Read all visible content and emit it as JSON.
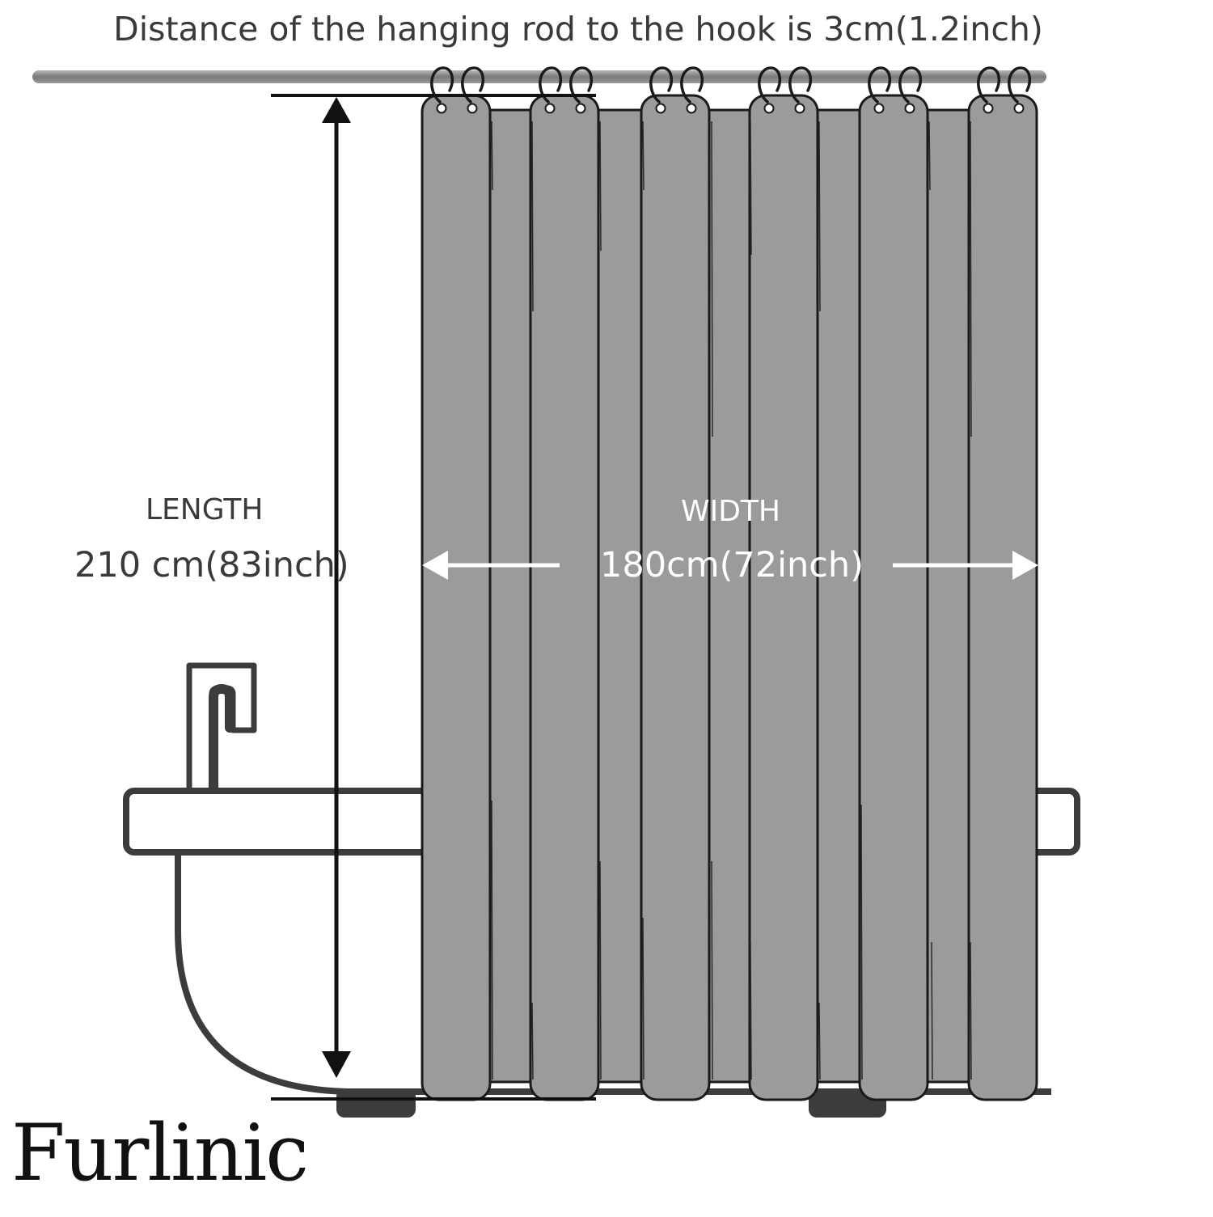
{
  "caption": "Distance of the hanging rod to the hook is 3cm(1.2inch)",
  "length": {
    "label": "LENGTH",
    "value": "210 cm(83inch)"
  },
  "width": {
    "label": "WIDTH",
    "value": "180cm(72inch)"
  },
  "brand": "Furlinic",
  "colors": {
    "curtain": "#9b9b9b",
    "outline": "#1a1a1a",
    "rod": "#8a8a8a",
    "tub": "#3c3c3c",
    "text": "#3a3a3a",
    "width_text": "#ffffff"
  }
}
